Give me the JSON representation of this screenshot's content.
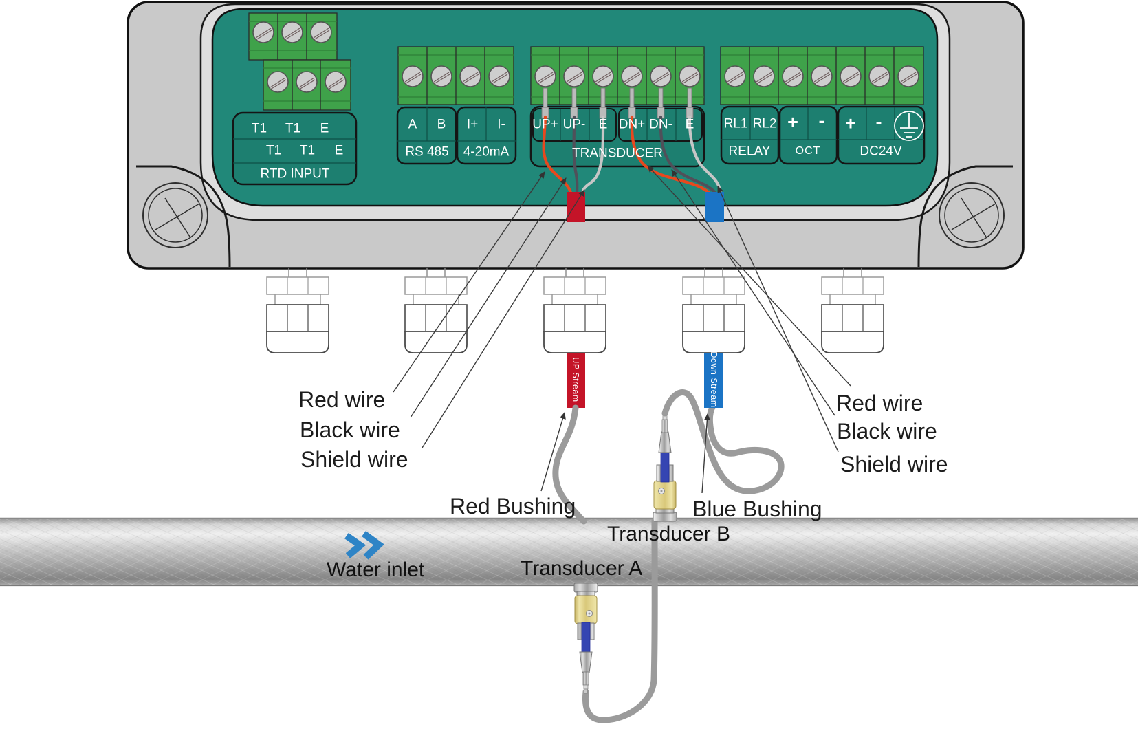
{
  "device": {
    "terminal_groups": {
      "rtd": {
        "row1": [
          "T1",
          "T1",
          "E"
        ],
        "row2": [
          "T1",
          "T1",
          "E"
        ],
        "title": "RTD INPUT"
      },
      "rs485": {
        "cells": [
          "A",
          "B"
        ],
        "title": "RS 485"
      },
      "current_loop": {
        "cells": [
          "I+",
          "I-"
        ],
        "title": "4-20mA"
      },
      "transducer": {
        "upstream_cells": [
          "UP+",
          "UP-",
          "E"
        ],
        "downstream_cells": [
          "DN+",
          "DN-",
          "E"
        ],
        "title": "TRANSDUCER"
      },
      "relay": {
        "cells": [
          "RL1",
          "RL2"
        ],
        "title": "RELAY"
      },
      "oct": {
        "cells": [
          "+",
          "-"
        ],
        "title": "OCT"
      },
      "dc24v": {
        "cells": [
          "+",
          "-"
        ],
        "title": "DC24V",
        "ground_icon": "protective-earth-ground"
      }
    }
  },
  "cable_tags": {
    "upstream": "UP Stream",
    "downstream": "Down Stream"
  },
  "annotations": {
    "left": {
      "red_wire": "Red wire",
      "black_wire": "Black wire",
      "shield_wire": "Shield wire"
    },
    "right": {
      "red_wire": "Red wire",
      "black_wire": "Black wire",
      "shield_wire": "Shield wire"
    },
    "red_bushing": "Red Bushing",
    "blue_bushing": "Blue Bushing",
    "transducer_a": "Transducer A",
    "transducer_b": "Transducer B",
    "water_inlet": "Water inlet"
  },
  "colors": {
    "board_teal": "#218879",
    "block_green": "#3fa24a",
    "tag_red": "#c41428",
    "tag_blue": "#1b74c5",
    "wire_red": "#e8481e",
    "wire_black": "#50505a",
    "wire_shield": "#c6c6c6",
    "cable_gray": "#9b9b9b",
    "flow_arrow_blue": "#2e84c6"
  }
}
